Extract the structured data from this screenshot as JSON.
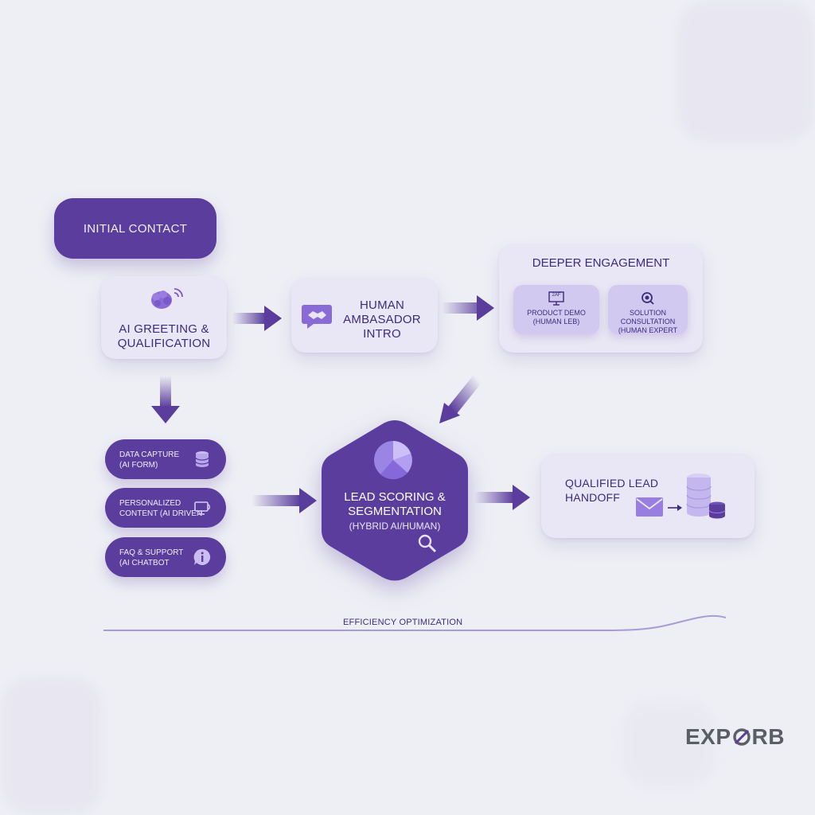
{
  "nodes": {
    "initial_contact": "INITIAL CONTACT",
    "ai_greeting": "AI GREETING &\nQUALIFICATION",
    "human_intro": "HUMAN\nAMBASADOR\nINTRO",
    "deeper_engagement": {
      "title": "DEEPER ENGAGEMENT",
      "product_demo": "PRODUCT DEMO\n(HUMAN LEB)",
      "product_demo_icon_text": "2AF",
      "solution": "SOLUTION\nCONSULTATION\n(HUMAN EXPERT"
    },
    "lead_scoring": {
      "title": "LEAD SCORING &\nSEGMENTATION",
      "subtitle": "(HYBRID AI/HUMAN)"
    },
    "qualified_handoff": "QUALIFIED LEAD\nHANDOFF",
    "pills": [
      {
        "label": "DATA CAPTURE\n(AI FORM)",
        "icon": "database-icon"
      },
      {
        "label": "PERSONALIZED\nCONTENT (AI DRIVEN",
        "icon": "monitor-broadcast-icon"
      },
      {
        "label": "FAQ & SUPPORT\n(AI CHATBOT",
        "icon": "info-chat-icon"
      }
    ]
  },
  "footer": {
    "efficiency_label": "EFFICIENCY OPTIMIZATION"
  },
  "brand": {
    "logo_left": "EXP",
    "logo_right": "RB"
  },
  "colors": {
    "primary": "#5a3d9c",
    "card": "#e9e6f5",
    "background": "#eeeff5",
    "arrow": "#5a3d9c"
  }
}
